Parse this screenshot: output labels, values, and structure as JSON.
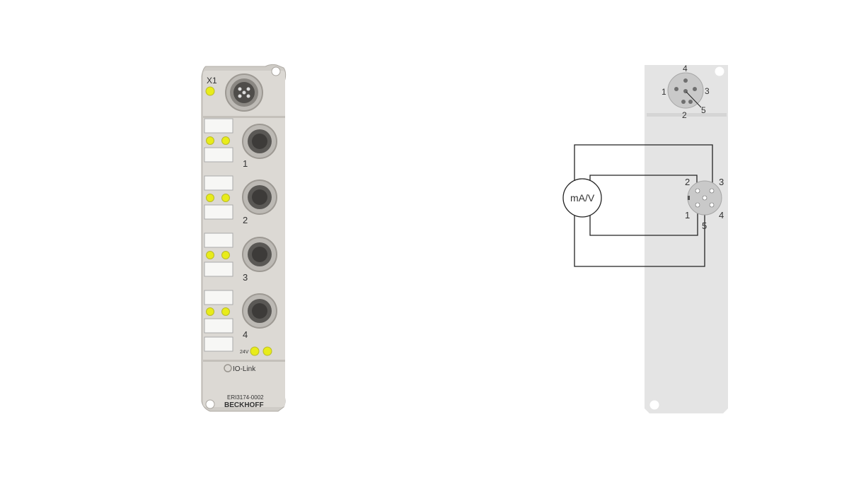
{
  "module": {
    "connector_x1_label": "X1",
    "port_numbers": [
      "1",
      "2",
      "3",
      "4"
    ],
    "power_label": "24V",
    "logo_text": "IO-Link",
    "model": "ERI3174-0002",
    "brand": "BECKHOFF",
    "colors": {
      "housing": "#d8d5d0",
      "led": "#e8ec1a",
      "connector": "#7a7a7a"
    }
  },
  "pinout": {
    "x1_pins": [
      "4",
      "1",
      "3",
      "5",
      "2"
    ],
    "socket_pins": [
      "2",
      "3",
      "1",
      "5",
      "4"
    ],
    "sensor_label": "mA/V",
    "colors": {
      "panel": "#e4e4e4",
      "wire": "#222222"
    }
  }
}
